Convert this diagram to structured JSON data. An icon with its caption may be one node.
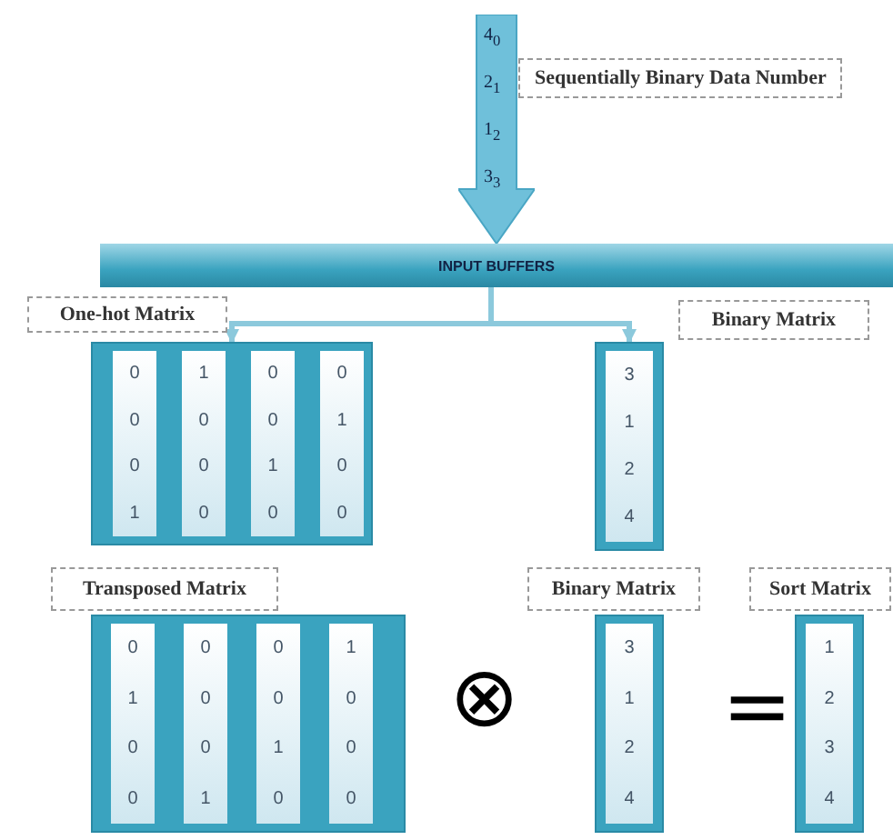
{
  "diagram": {
    "nodes": [
      {
        "text": [
          "4$_{0}$",
          "2$_{1}$",
          "1$_{2}$",
          "3$_{3}$"
        ]
      },
      {
        "text": [
          "INPUT BUFFERS"
        ]
      },
      {
        "text": [
          "One-hot Matrix"
        ]
      },
      {
        "text": [
          "0",
          "0",
          "0",
          "1"
        ],
        "in": 2
      },
      {
        "text": [
          "1",
          "0",
          "0",
          "0"
        ],
        "in": 2
      },
      {
        "text": [
          "0",
          "0",
          "1",
          "0"
        ],
        "in": 2
      },
      {
        "text": [
          "0",
          "1",
          "0",
          "0"
        ],
        "in": 2
      },
      {
        "text": [
          "Binary Matrix"
        ]
      },
      {
        "text": [
          "3",
          "1",
          "2",
          "4"
        ],
        "in": 7
      },
      {
        "text": [
          "Transposed Matrix"
        ]
      },
      {
        "text": [
          "0",
          "1",
          "0",
          "0"
        ],
        "in": 9
      },
      {
        "text": [
          "0",
          "0",
          "0",
          "1"
        ],
        "in": 9
      },
      {
        "text": [
          "0",
          "0",
          "1",
          "0"
        ],
        "in": 9
      },
      {
        "text": [
          "1",
          "0",
          "0",
          "0"
        ],
        "in": 9
      },
      {
        "text": [
          "Binary Matrix"
        ]
      },
      {
        "text": [
          "3",
          "1",
          "2",
          "4"
        ],
        "in": 14
      },
      {
        "text": [
          "Sort Matrix"
        ]
      },
      {
        "text": [
          "1",
          "2",
          "3",
          "4"
        ],
        "in": 16
      }
    ],
    "edges": [
      {
        "from": 1,
        "to": 2,
        "arrow": "to"
      },
      {
        "from": 1,
        "to": 7,
        "arrow": "to"
      }
    ],
    "labels": [
      "Sequentially Binary Data Number",
      "⊗",
      "="
    ]
  }
}
